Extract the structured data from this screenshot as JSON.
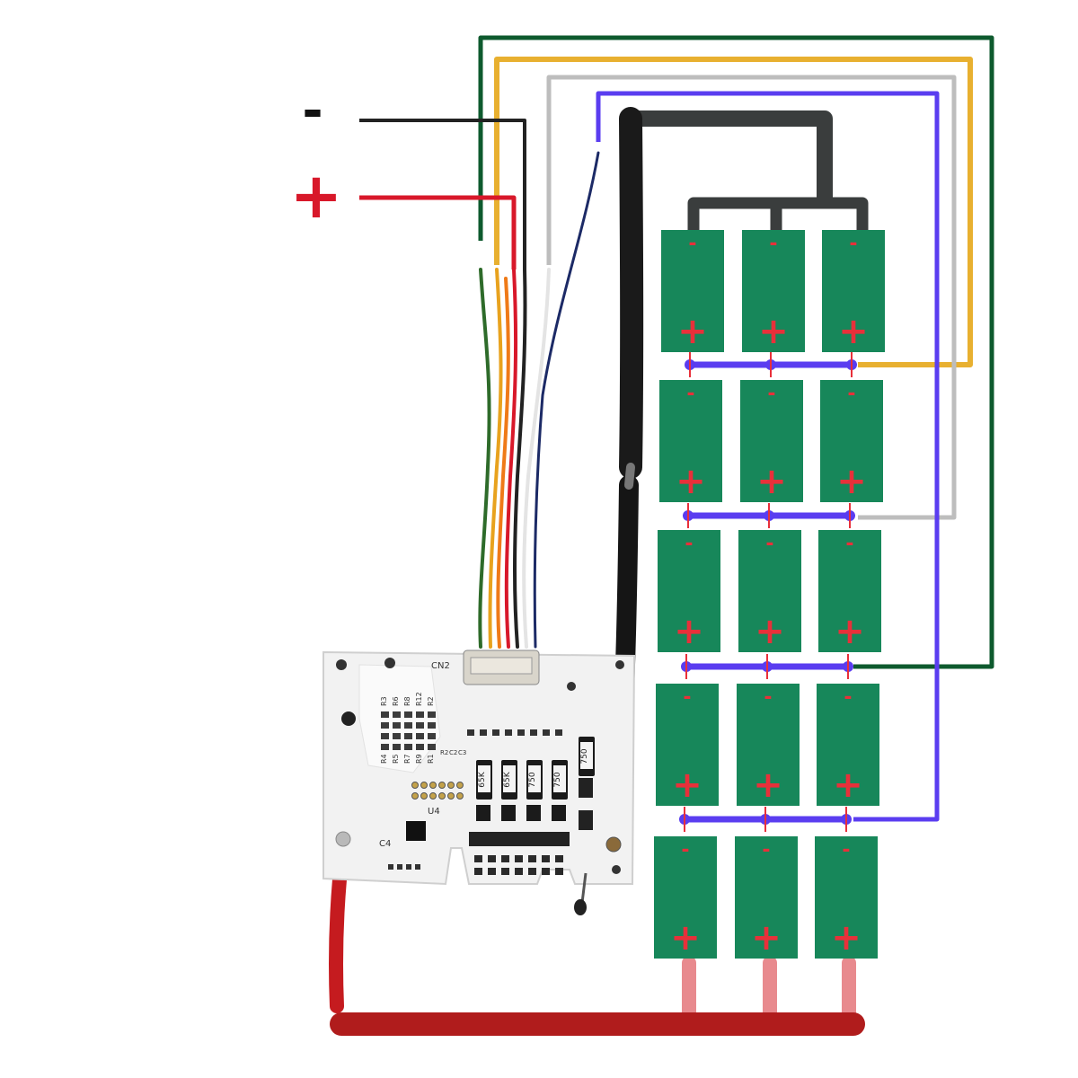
{
  "legend": {
    "negative_symbol": "-",
    "positive_symbol": "+"
  },
  "cells": {
    "rows": 5,
    "columns": 3,
    "positive_marker": "+",
    "negative_marker": "-"
  },
  "board": {
    "connector_label": "CN2",
    "chip_label": "U4",
    "cap_label": "C4",
    "resistor_labels": [
      "R3",
      "R6",
      "R8",
      "R12",
      "R2",
      "R4",
      "R5",
      "R7",
      "R9",
      "R1"
    ],
    "cap_labels_small": [
      "R2",
      "C2",
      "C3"
    ],
    "shunt_values": [
      "65K",
      "65K",
      "750",
      "750",
      "750"
    ]
  },
  "colors": {
    "cell_fill": "#17875a",
    "cell_marker": "#e8303a",
    "series_link": "#5a3df0",
    "wire_green": "#0e5a2e",
    "wire_yellow": "#e8b030",
    "wire_gray": "#bdbdbd",
    "wire_blue": "#5a3df0",
    "wire_black": "#222222",
    "wire_red": "#d8182a",
    "busbar_negative": "#3a3d3d",
    "busbar_positive": "#b01c1c",
    "busbar_positive_tab": "#e88a8e",
    "board_fill": "#f2f2f2"
  }
}
